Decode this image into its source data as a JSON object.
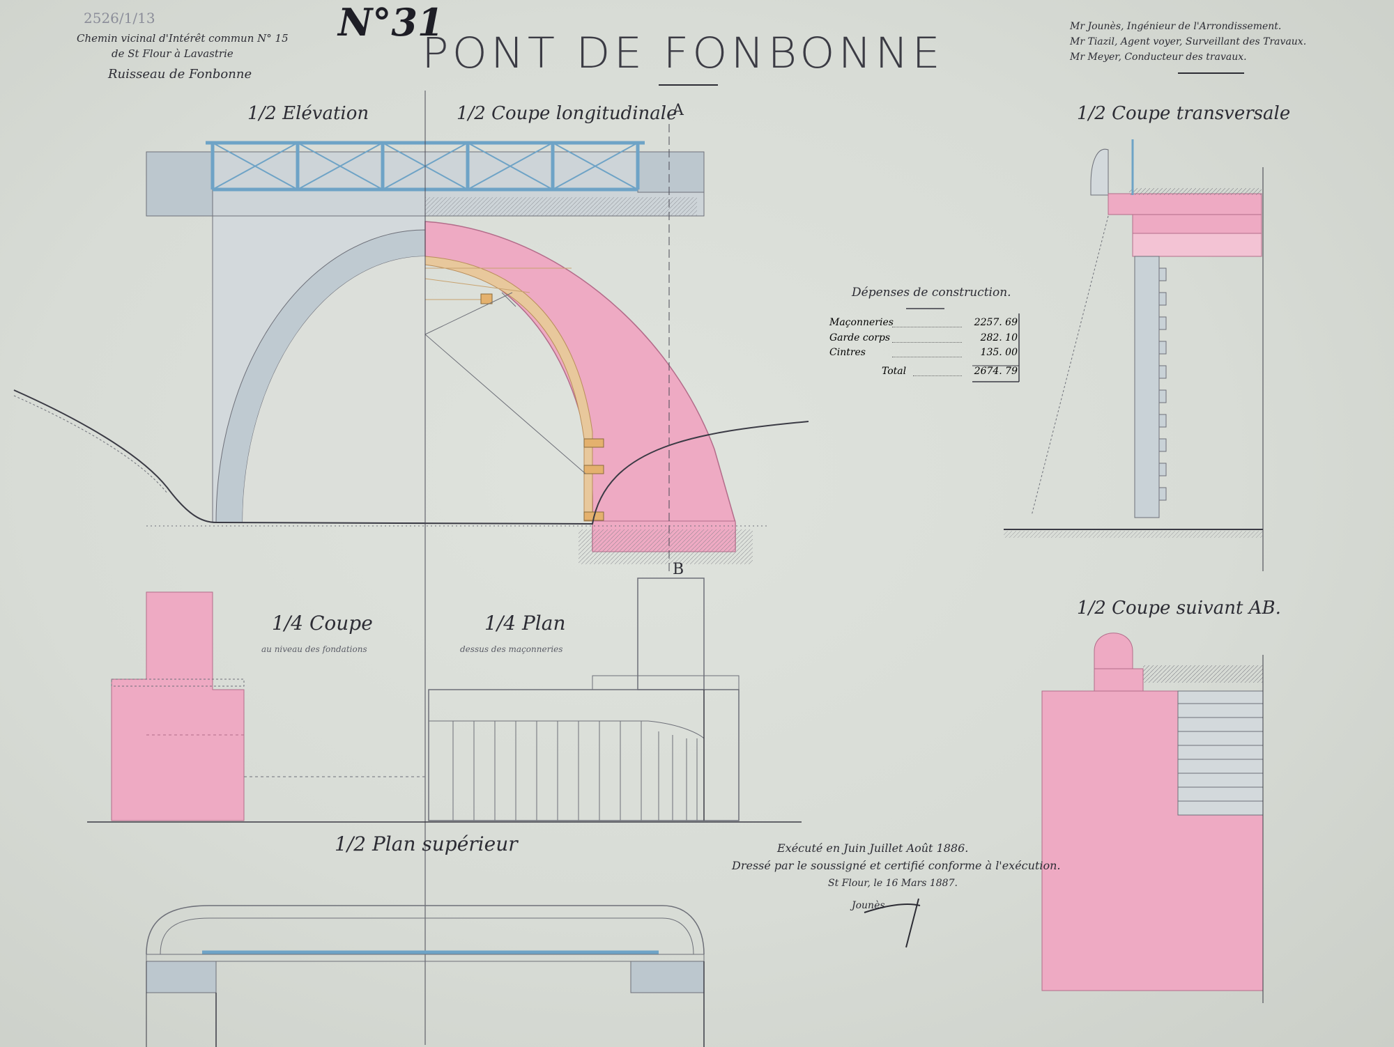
{
  "stamp_number": "2526/1/13",
  "plate_number": "N°31",
  "title": "PONT DE FONBONNE",
  "header_left": {
    "line1": "Chemin vicinal d'Intérêt commun N° 15",
    "line2": "de St Flour à Lavastrie",
    "line3": "Ruisseau de Fonbonne"
  },
  "header_right": {
    "line1": "Mr Jounès, Ingénieur de l'Arrondissement.",
    "line2": "Mr Tiazil, Agent voyer, Surveillant des Travaux.",
    "line3": "Mr Meyer, Conducteur des travaux."
  },
  "views": {
    "elevation": "1/2 Elévation",
    "coupe_long": "1/2 Coupe longitudinale",
    "coupe_trans": "1/2 Coupe transversale",
    "coupe_ab": "1/2 Coupe suivant AB.",
    "coupe_fond": "1/4 Coupe",
    "coupe_fond_sub": "au niveau des fondations",
    "plan": "1/4 Plan",
    "plan_sub": "dessus des maçonneries",
    "plan_sup": "1/2 Plan supérieur",
    "marker_a": "A",
    "marker_b": "B"
  },
  "costs": {
    "title": "Dépenses de construction.",
    "rows": [
      {
        "label": "Maçonneries",
        "value": "2257. 69"
      },
      {
        "label": "Garde corps",
        "value": "282. 10"
      },
      {
        "label": "Cintres",
        "value": "135. 00"
      }
    ],
    "total_label": "Total",
    "total_value": "2674. 79"
  },
  "certification": {
    "line1": "Exécuté en Juin Juillet Août 1886.",
    "line2": "Dressé par le soussigné et certifié conforme à l'exécution.",
    "line3": "St Flour, le 16 Mars 1887.",
    "signature": "Jounès"
  },
  "colors": {
    "paper": "#dadfd9",
    "masonry_pink": "#eeaac3",
    "stone_blue": "#b8c4cd",
    "railing_blue": "#7aaccc",
    "wood": "#e8c89c",
    "ink": "#3a3a44"
  }
}
